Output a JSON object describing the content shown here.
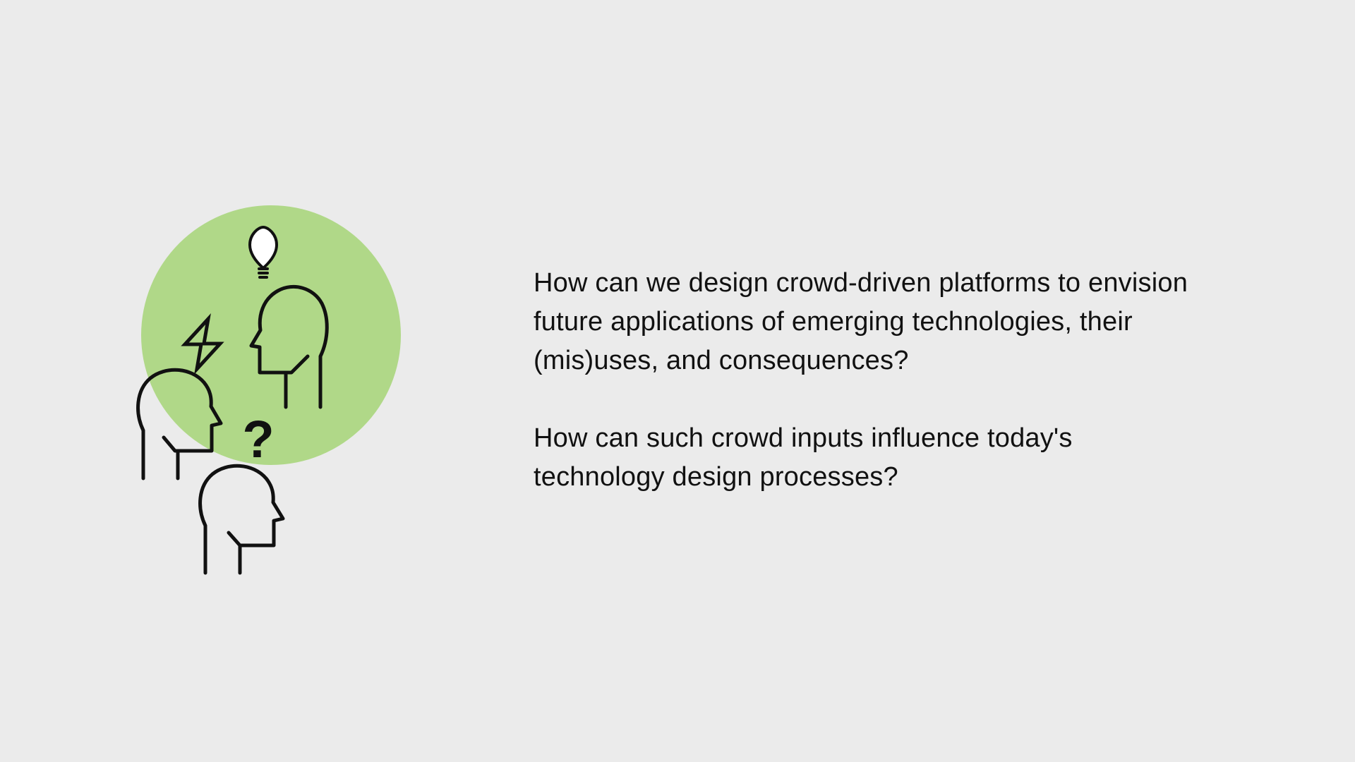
{
  "colors": {
    "background": "#ebebeb",
    "circle": "#b0d888",
    "icon_stroke": "#111111",
    "text": "#111111"
  },
  "illustration": {
    "icons": [
      "lightbulb-icon",
      "lightning-icon",
      "question-mark-icon",
      "head-icon",
      "head-icon",
      "head-icon"
    ],
    "question_mark": "?"
  },
  "questions": {
    "q1": {
      "line1": "How can we design crowd-driven platforms to envision",
      "line2": "future applications of emerging technologies, their",
      "line3": "(mis)uses, and consequences?"
    },
    "q2": {
      "line1": "How can such crowd inputs influence today's",
      "line2": "technology design processes?"
    }
  }
}
